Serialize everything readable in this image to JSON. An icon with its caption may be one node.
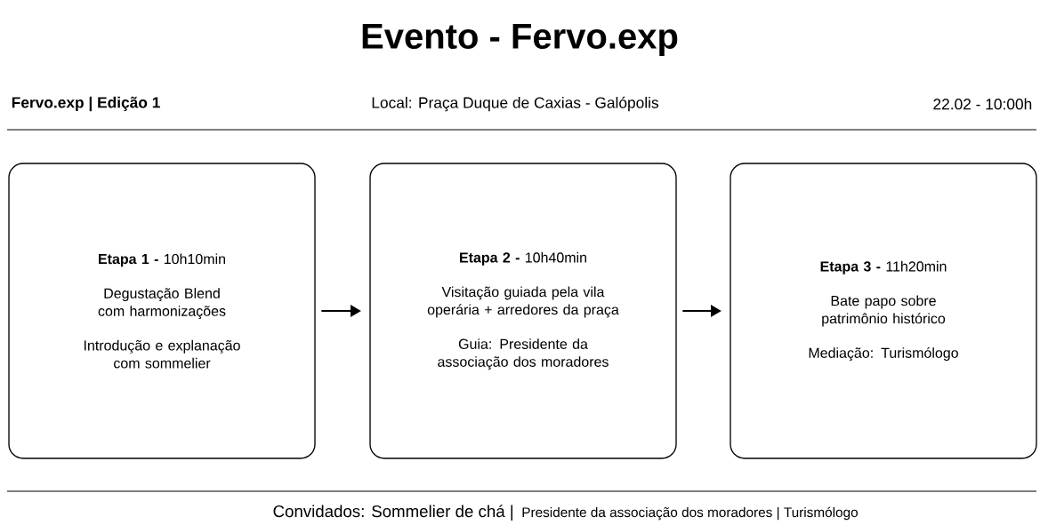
{
  "diagram": {
    "title": "Evento - Fervo.exp",
    "nodes": [
      {
        "text": [
          "**Etapa 1 -** 10h10min",
          "Degustação Blend com harmonizações",
          "Introdução e explanação com sommelier"
        ]
      },
      {
        "text": [
          "**Etapa 2 -** 10h40min",
          "Visitação guiada pela vila operária + arredores da praça",
          "Guia: Presidente da associação dos moradores"
        ]
      },
      {
        "text": [
          "**Etapa 3 -** 11h20min",
          "Bate papo sobre patrimônio histórico",
          "Mediação: Turismólogo"
        ]
      }
    ],
    "edges": [
      {
        "from": 0,
        "to": 1,
        "arrow": "to"
      },
      {
        "from": 1,
        "to": 2,
        "arrow": "to"
      }
    ],
    "labels": [
      "Fervo.exp | Edição 1",
      "Local: Praça Duque de Caxias - Galópolis",
      "22.02 - 10:00h",
      "Convidados: Sommelier de chá |",
      "Presidente da associação dos moradores | Turismólogo"
    ]
  }
}
